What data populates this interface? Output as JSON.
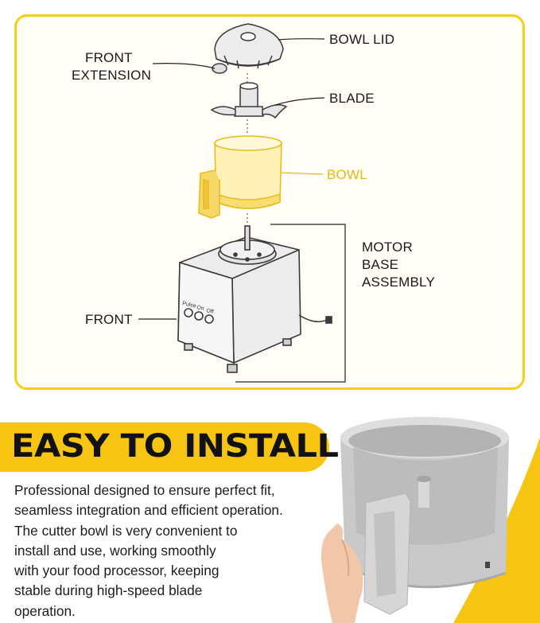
{
  "diagram": {
    "labels": {
      "bowl_lid": "BOWL LID",
      "front_extension_line1": "FRONT",
      "front_extension_line2": "EXTENSION",
      "blade": "BLADE",
      "bowl": "BOWL",
      "motor_line1": "MOTOR",
      "motor_line2": "BASE",
      "motor_line3": "ASSEMBLY",
      "front": "FRONT"
    },
    "control_labels": [
      "Pulse",
      "On",
      "Off"
    ]
  },
  "feature": {
    "headline": "EASY TO INSTALL",
    "description_lines": [
      "Professional designed to ensure perfect fit,",
      "seamless integration and efficient operation.",
      "The cutter bowl is very convenient to",
      "install and use, working smoothly",
      "with your food processor, keeping",
      "stable during high-speed blade",
      "operation."
    ]
  },
  "colors": {
    "accent_yellow": "#f6c514",
    "text_dark": "#121212"
  }
}
